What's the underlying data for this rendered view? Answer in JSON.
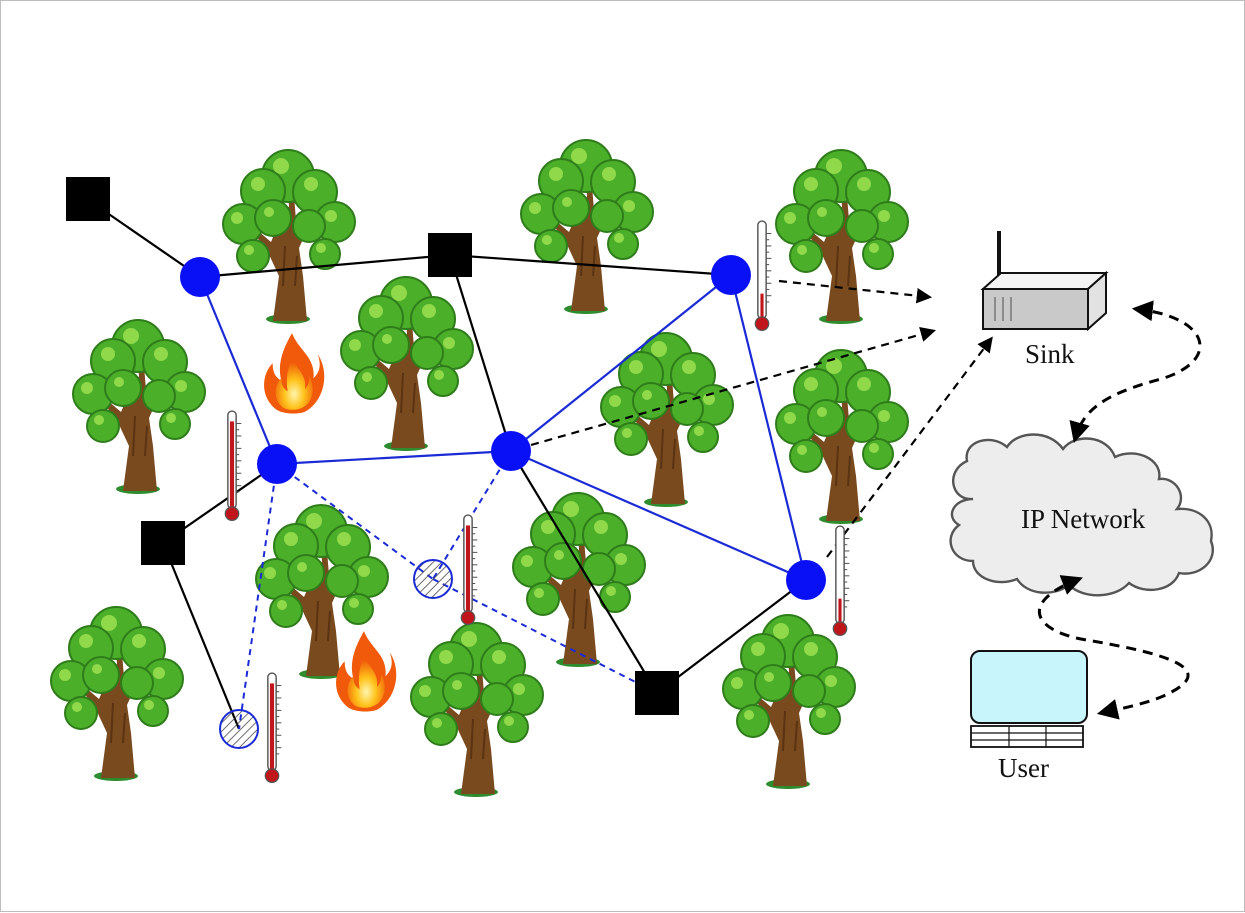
{
  "diagram": {
    "labels": {
      "sink": "Sink",
      "network": "IP Network",
      "user": "User"
    },
    "icons": {
      "tree": "tree-icon",
      "fire": "fire-icon",
      "thermometer": "thermometer-icon",
      "sink": "router-icon",
      "network": "cloud-icon",
      "user": "computer-icon",
      "active_node": "sensor-node-active",
      "inactive_node": "sensor-node-inactive",
      "relay": "relay-node"
    },
    "colors": {
      "active_node": "#0a10f5",
      "link_active": "#1a2bd6",
      "link_passive": "#000000",
      "foliage": "#4caf2a",
      "trunk": "#7a4a1f",
      "thermo_hot": "#c0161b",
      "screen": "#c8f4fb",
      "cloud": "#ededed"
    }
  }
}
